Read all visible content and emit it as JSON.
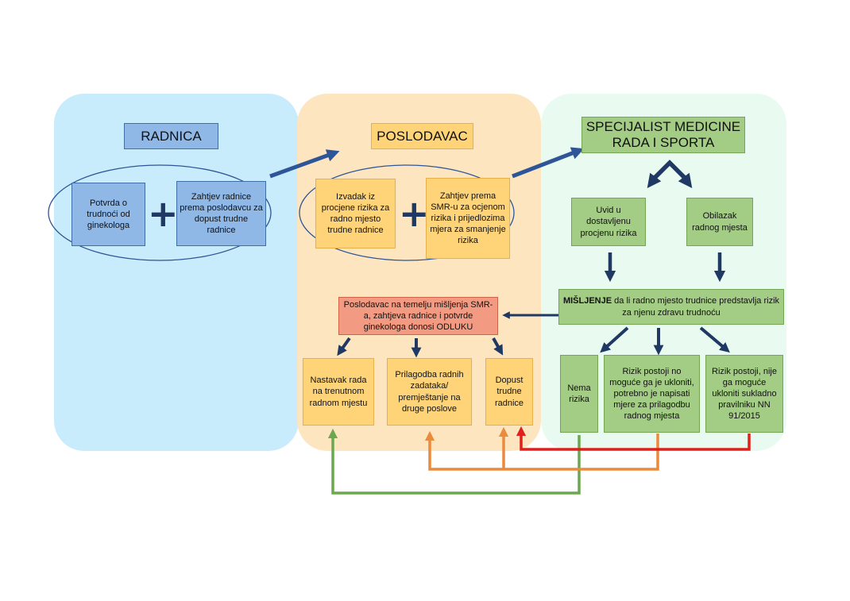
{
  "radnica": {
    "title": "RADNICA",
    "potvrda": "Potvrda o trudnoći od ginekologa",
    "zahtjev": "Zahtjev radnice prema poslodavcu za dopust trudne radnice"
  },
  "poslodavac": {
    "title": "POSLODAVAC",
    "izvadak": "Izvadak iz procjene rizika za radno mjesto trudne radnice",
    "zahtjev_smr": "Zahtjev prema SMR-u za ocjenom rizika i prijedlozima mjera za smanjenje rizika",
    "odluka": "Poslodavac na temelju mišljenja SMR-a, zahtjeva radnice i potvrde ginekologa donosi ODLUKU",
    "nastavak": "Nastavak rada na trenutnom radnom mjestu",
    "prilagodba": "Prilagodba radnih zadataka/ premještanje na druge poslove",
    "dopust": "Dopust trudne radnice"
  },
  "specijalist": {
    "title": "SPECIJALIST MEDICINE RADA I SPORTA",
    "uvid": "Uvid u dostavljenu procjenu rizika",
    "obilazak": "Obilazak radnog mjesta",
    "misljenje_bold": "MIŠLJENJE",
    "misljenje_rest": " da li radno mjesto trudnice predstavlja rizik za njenu zdravu trudnoću",
    "nema_rizika": "Nema rizika",
    "rizik_moguce": "Rizik postoji no moguće ga je ukloniti, potrebno je napisati mjere za prilagodbu radnog mjesta",
    "rizik_nemoguce": "Rizik postoji, nije ga moguće ukloniti sukladno pravilniku NN 91/2015"
  },
  "symbols": {
    "plus": "+"
  },
  "colors": {
    "radnica_panel": "#c9ecfd",
    "poslodavac_panel": "#fde6bf",
    "specijalist_panel": "#e9fbf1",
    "arrow_dark": "#1f3864",
    "arrow_blue": "#2e5597",
    "path_green": "#6aa84f",
    "path_orange": "#ea8a3c",
    "path_red": "#e0201b"
  }
}
